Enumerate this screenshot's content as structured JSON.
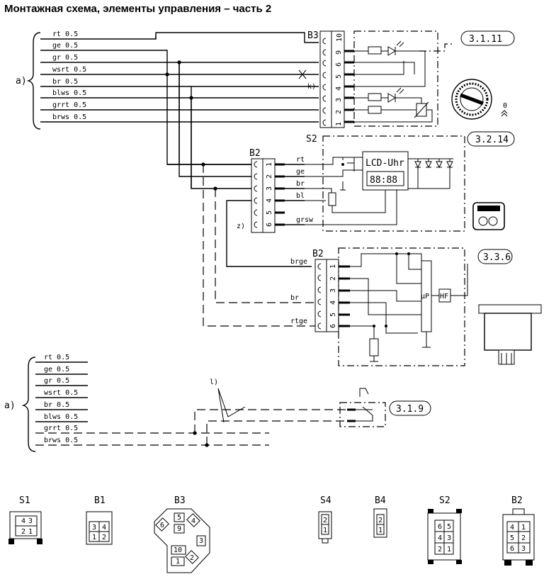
{
  "title": "Монтажная схема, элементы управления – часть 2",
  "group_label": "a)",
  "wires": [
    "rt 0.5",
    "ge 0.5",
    "gr 0.5",
    "wsrt 0.5",
    "br 0.5",
    "blws 0.5",
    "grrt 0.5",
    "brws 0.5"
  ],
  "components": {
    "b3": {
      "label": "B3",
      "pins": [
        "10",
        "9",
        "6",
        "5",
        "4",
        "3",
        "2",
        "1"
      ],
      "ref": "3.1.11",
      "note": "k)"
    },
    "s2": {
      "label": "S2",
      "lcd": "LCD-Uhr",
      "digits": "88:88",
      "ref": "3.2.14"
    },
    "b2_top": {
      "label": "B2",
      "pins": [
        "1",
        "2",
        "3",
        "4",
        "5",
        "6"
      ],
      "wires": [
        "rt",
        "ge",
        "br",
        "bl",
        "grsw"
      ],
      "note": "z)"
    },
    "b2_mid": {
      "label": "B2",
      "pins": [
        "1",
        "2",
        "3",
        "4",
        "5",
        "6"
      ],
      "wires": [
        "brge",
        "br",
        "rtge"
      ],
      "up": "µP",
      "hf": "HF",
      "ref": "3.3.6"
    },
    "switch": {
      "note": "l)",
      "ref": "3.1.9"
    }
  },
  "connectors": [
    {
      "label": "S1",
      "pins": [
        "4",
        "3",
        "2",
        "1"
      ]
    },
    {
      "label": "B1",
      "pins": [
        "3",
        "4",
        "1",
        "2"
      ]
    },
    {
      "label": "B3",
      "pins": [
        "5",
        "6",
        "9",
        "4",
        "3",
        "10",
        "2",
        "1"
      ]
    },
    {
      "label": "S4",
      "pins": [
        "2",
        "1"
      ]
    },
    {
      "label": "B4",
      "pins": [
        "2",
        "1"
      ]
    },
    {
      "label": "S2",
      "pins": [
        "6",
        "5",
        "4",
        "3",
        "2",
        "1"
      ]
    },
    {
      "label": "B2",
      "pins": [
        "4",
        "5",
        "6",
        "1",
        "2",
        "3"
      ]
    }
  ],
  "icon_labels": {
    "zero": "0"
  }
}
